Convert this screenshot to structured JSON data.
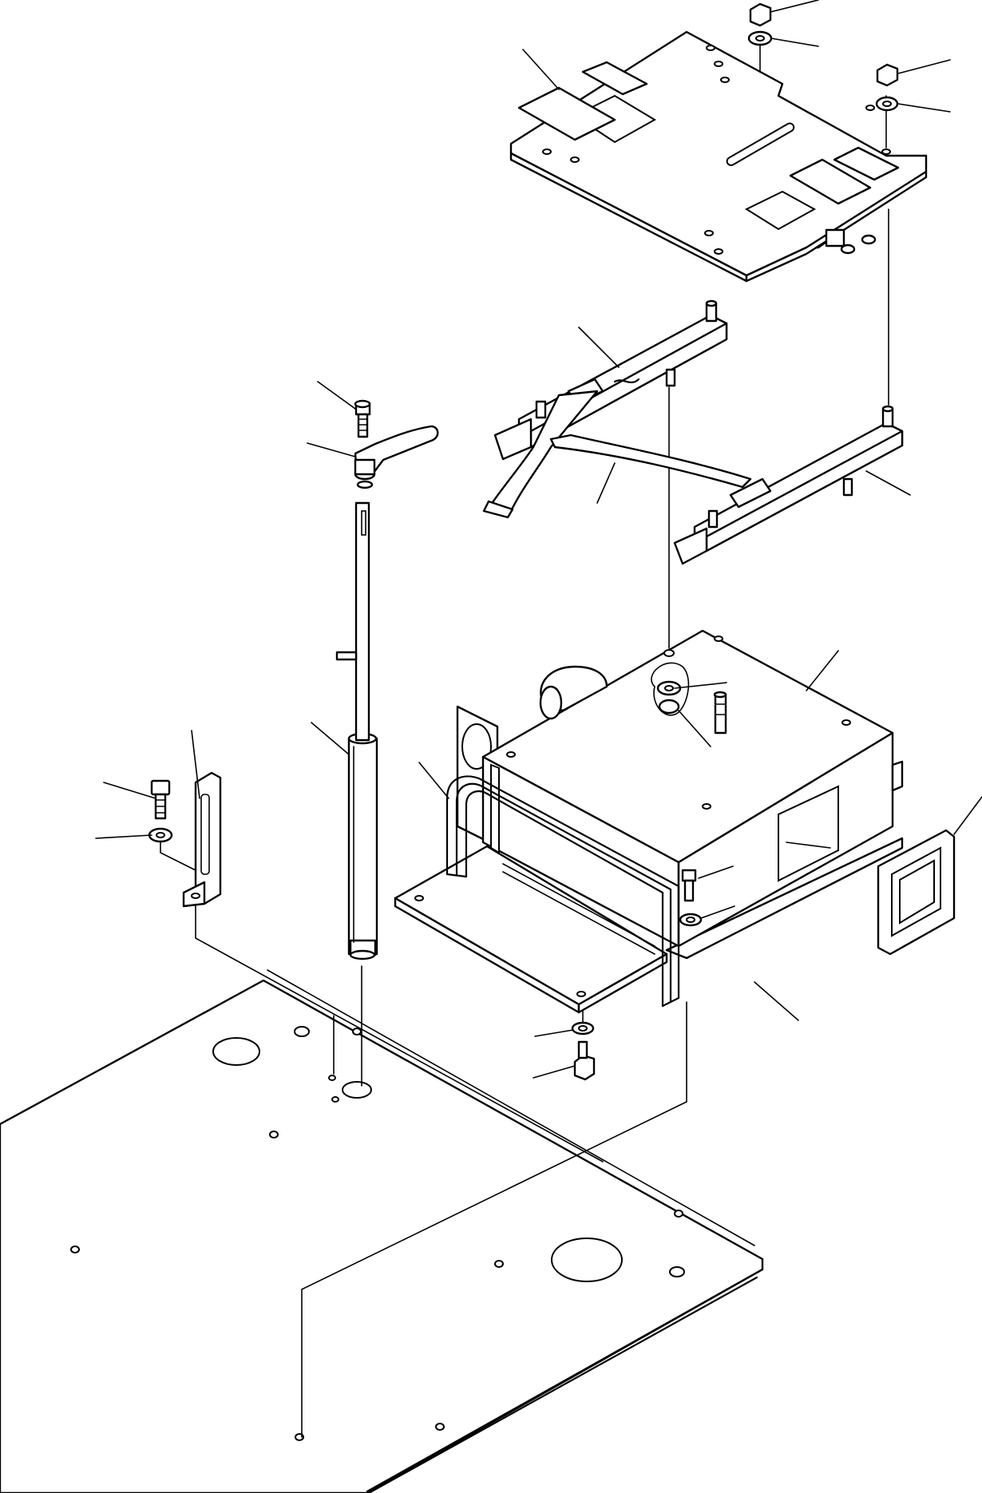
{
  "colors": {
    "line": "#000000",
    "background": "#ffffff"
  },
  "components": [
    "seat-mounting-plate",
    "seat-slide-rail-left",
    "seat-slide-rail-right",
    "slide-release-lever",
    "adjust-handle",
    "adjust-shaft",
    "gas-spring",
    "seat-base-box",
    "box-stand-plate",
    "u-channel-frame",
    "rubber-gasket",
    "bottom-cover-sheet",
    "mounting-bracket",
    "floor-plate"
  ]
}
